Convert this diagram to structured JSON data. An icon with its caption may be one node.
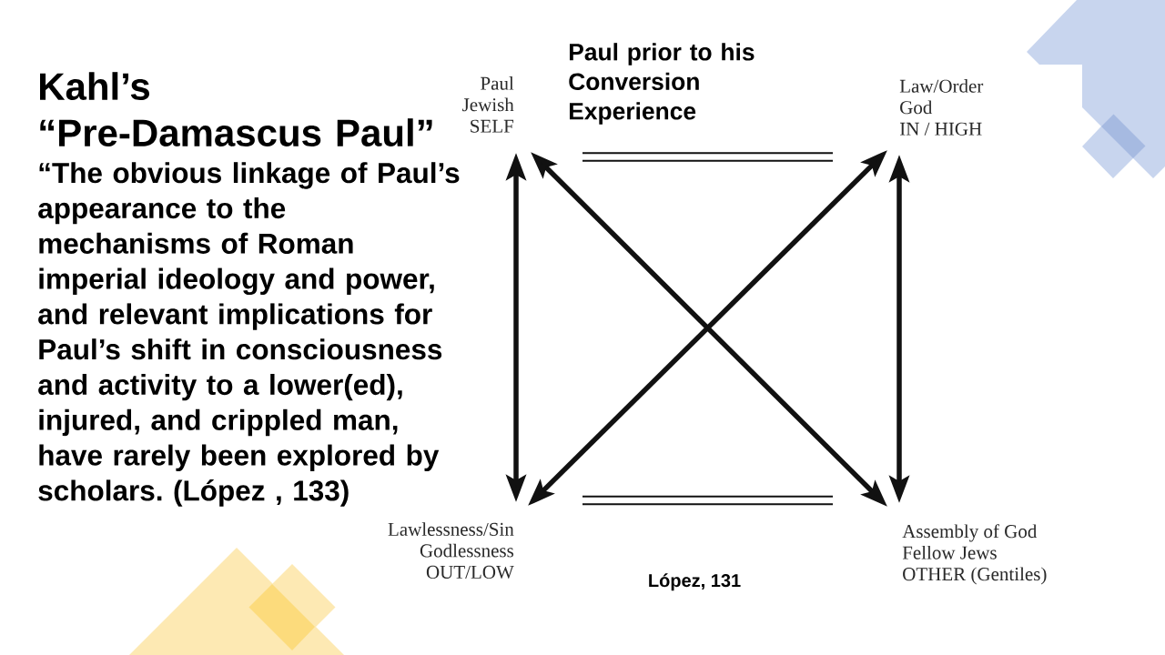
{
  "diagram": {
    "title": "Kahl’s “Pre-Damascus Paul”",
    "nodes": [
      {
        "text": [
          "Paul",
          "Jewish",
          "SELF"
        ]
      },
      {
        "text": [
          "Law/Order",
          "God",
          "IN / HIGH"
        ]
      },
      {
        "text": [
          "Lawlessness/Sin",
          "Godlessness",
          "OUT/LOW"
        ]
      },
      {
        "text": [
          "Assembly of God",
          "Fellow Jews",
          "OTHER (Gentiles)"
        ]
      }
    ],
    "edges": [
      {
        "from": 0,
        "to": 2,
        "arrow": "both"
      },
      {
        "from": 1,
        "to": 3,
        "arrow": "both"
      },
      {
        "from": 0,
        "to": 3,
        "arrow": "both"
      },
      {
        "from": 2,
        "to": 1,
        "arrow": "both"
      }
    ],
    "labels": [
      "“The obvious linkage of Paul’s appearance to the mechanisms of Roman imperial ideology and power, and relevant implications for Paul’s shift in consciousness and activity to a lower(ed), injured, and crippled man, have rarely been explored by scholars. (López , 133)",
      "Paul prior to his Conversion Experience",
      "López, 131"
    ]
  }
}
